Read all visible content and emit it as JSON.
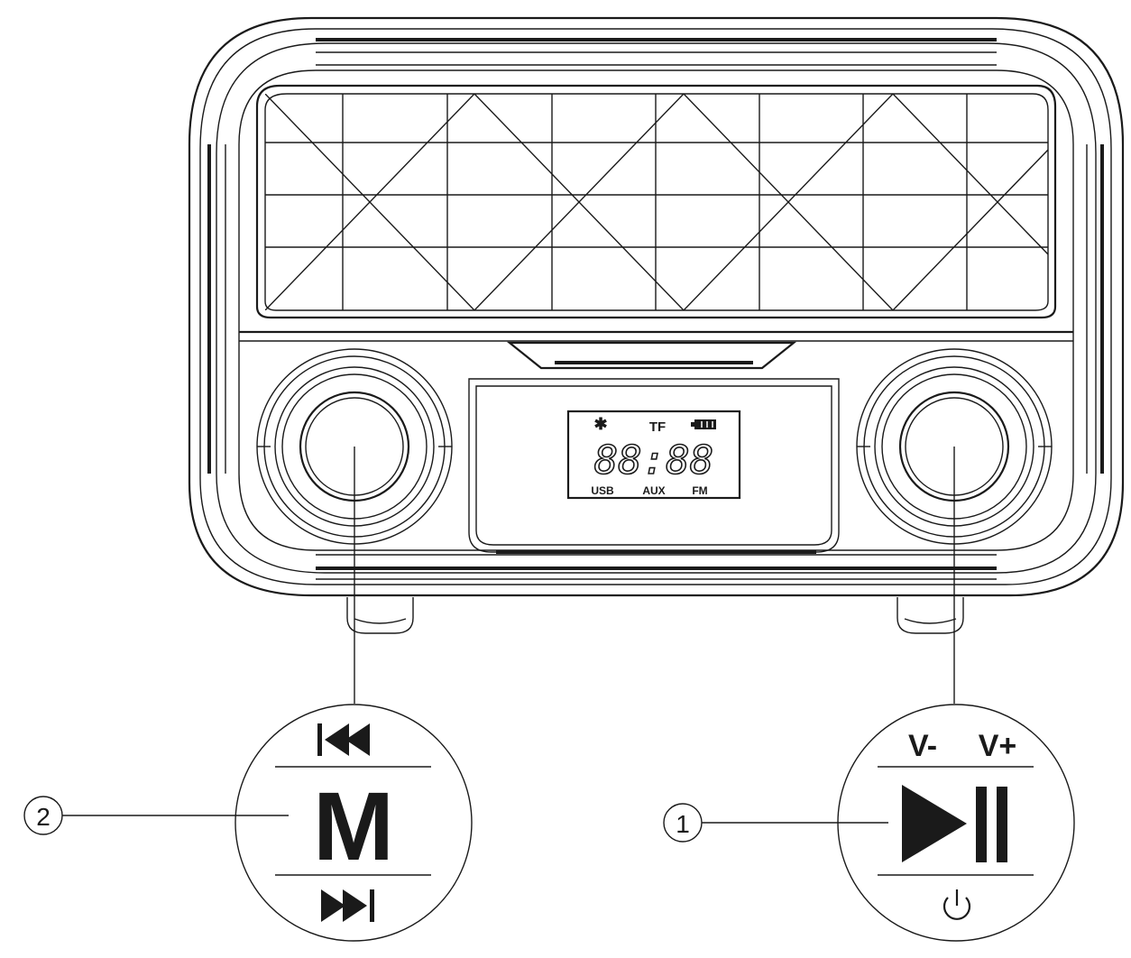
{
  "lcd": {
    "top_left_icon": "bluetooth-icon",
    "top_mid": "TF",
    "top_right_icon": "battery-icon",
    "digits": "88:88",
    "bottom_left": "USB",
    "bottom_mid": "AUX",
    "bottom_right": "FM"
  },
  "left_knob": {
    "callout": "2",
    "top_icon": "previous-track-icon",
    "center_label": "M",
    "bottom_icon": "next-track-icon"
  },
  "right_knob": {
    "callout": "1",
    "top_left_label": "V-",
    "top_right_label": "V+",
    "center_icon": "play-pause-icon",
    "bottom_icon": "power-icon"
  },
  "colors": {
    "line": "#1a1a1a",
    "background": "#ffffff"
  }
}
